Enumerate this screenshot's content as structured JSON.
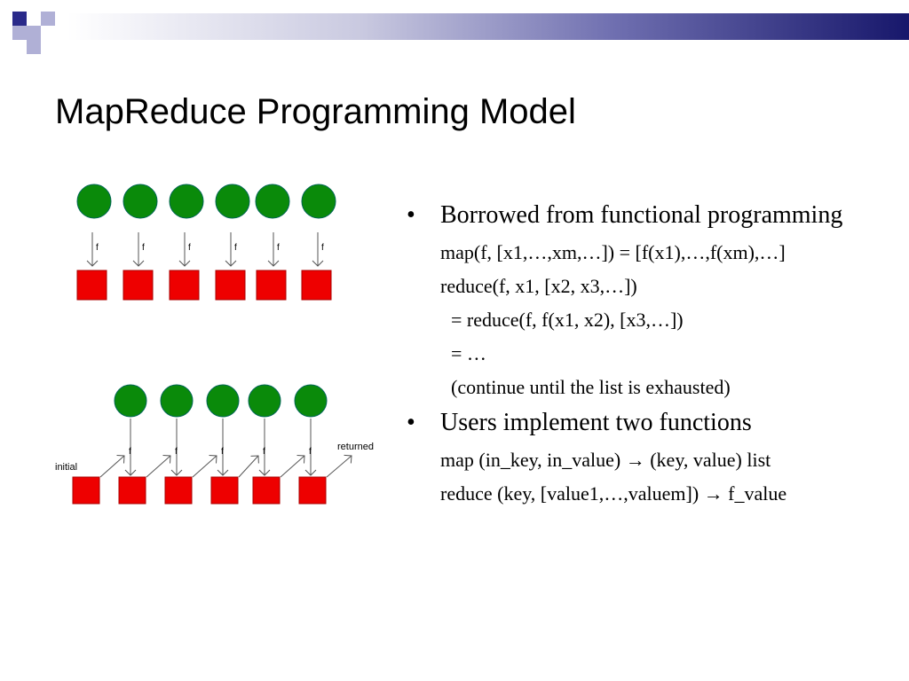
{
  "slide": {
    "title": "MapReduce Programming Model"
  },
  "diagram": {
    "map_node_labels": [
      "f",
      "f",
      "f",
      "f",
      "f",
      "f"
    ],
    "reduce_node_labels": [
      "f",
      "f",
      "f",
      "f",
      "f"
    ],
    "initial_label": "initial",
    "returned_label": "returned",
    "colors": {
      "circle": "#0a8a0a",
      "square": "#ee0000"
    }
  },
  "bullets": {
    "b1": {
      "marker": "•",
      "text": "Borrowed from functional programming",
      "map_def": "map(f, [x1,…,xm,…]) = [f(x1),…,f(xm),…]",
      "reduce_def": "reduce(f, x1, [x2, x3,…])",
      "reduce_step": "= reduce(f, f(x1, x2), [x3,…])",
      "reduce_ellipsis": "= …",
      "reduce_note": "(continue until the list is exhausted)"
    },
    "b2": {
      "marker": "•",
      "text": "Users implement two functions",
      "map_sig": "map (in_key, in_value) → (key, value) list",
      "reduce_sig": "reduce (key, [value1,…,valuem]) → f_value"
    }
  }
}
